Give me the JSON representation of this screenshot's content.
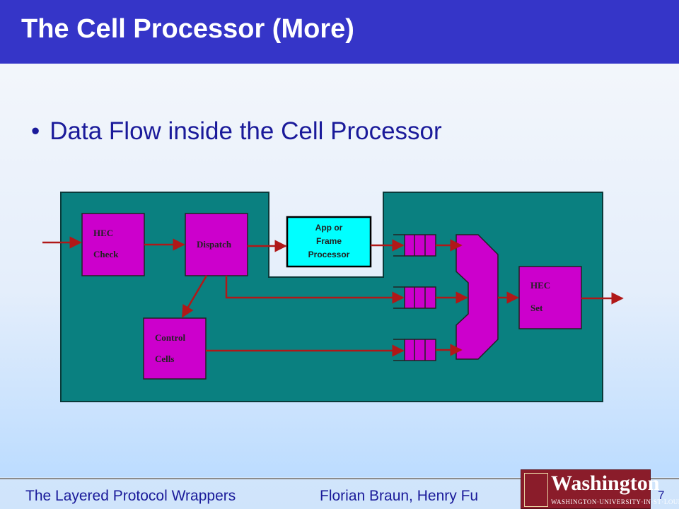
{
  "slide": {
    "title": "The Cell Processor (More)",
    "bullet": "Data Flow inside the Cell Processor",
    "bullet_symbol": "•"
  },
  "diagram": {
    "hec_check": [
      "HEC",
      "Check"
    ],
    "dispatch": "Dispatch",
    "app_processor": [
      "App or",
      "Frame",
      "Processor"
    ],
    "control_cells": [
      "Control",
      "Cells"
    ],
    "hec_set": [
      "HEC",
      "Set"
    ]
  },
  "footer": {
    "left": "The Layered Protocol Wrappers",
    "authors": "Florian Braun, Henry Fu",
    "page": "7",
    "logo_word": "Washington",
    "logo_sub": "WASHINGTON·UNIVERSITY·IN·ST·LOUIS"
  },
  "colors": {
    "title_bar": "#3535c8",
    "teal": "#0a8080",
    "magenta": "#cc00cc",
    "cyan": "#00ffff",
    "arrow": "#b01818",
    "text": "#1a1a9a"
  }
}
